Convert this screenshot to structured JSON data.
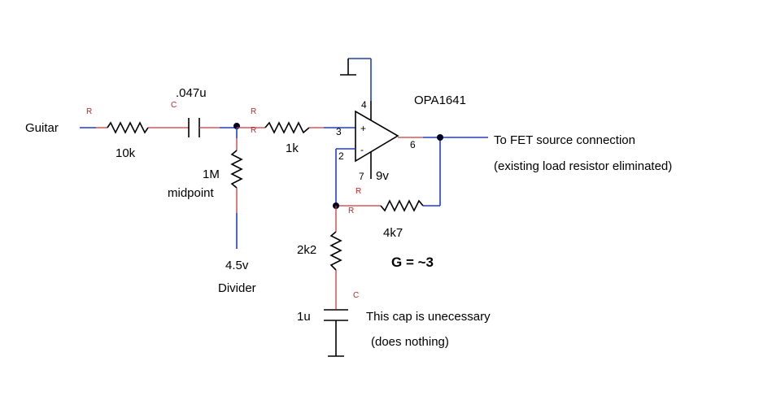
{
  "labels": {
    "guitar": "Guitar",
    "cap_value": ".047u",
    "r10k": "10k",
    "r1k": "1k",
    "r1m": "1M",
    "midpoint": "midpoint",
    "bias_voltage": "4.5v",
    "divider": "Divider",
    "opamp": "OPA1641",
    "output_line1": "To FET source connection",
    "output_line2": "(existing load resistor eliminated)",
    "r4k7": "4k7",
    "r2k2": "2k2",
    "gain": "G = ~3",
    "cap_1u": "1u",
    "cap_note_line1": "This cap is unecessary",
    "cap_note_line2": "(does nothing)",
    "supply": "9v"
  },
  "pins": {
    "p2": "2",
    "p3": "3",
    "p4": "4",
    "p6": "6",
    "p7": "7",
    "plus": "+",
    "minus": "-"
  },
  "refs": {
    "r": "R",
    "c": "C"
  },
  "colors": {
    "wire": "#1f3fd0",
    "component": "#000000",
    "lead": "#c83a3a",
    "ref_text": "#d02020"
  }
}
